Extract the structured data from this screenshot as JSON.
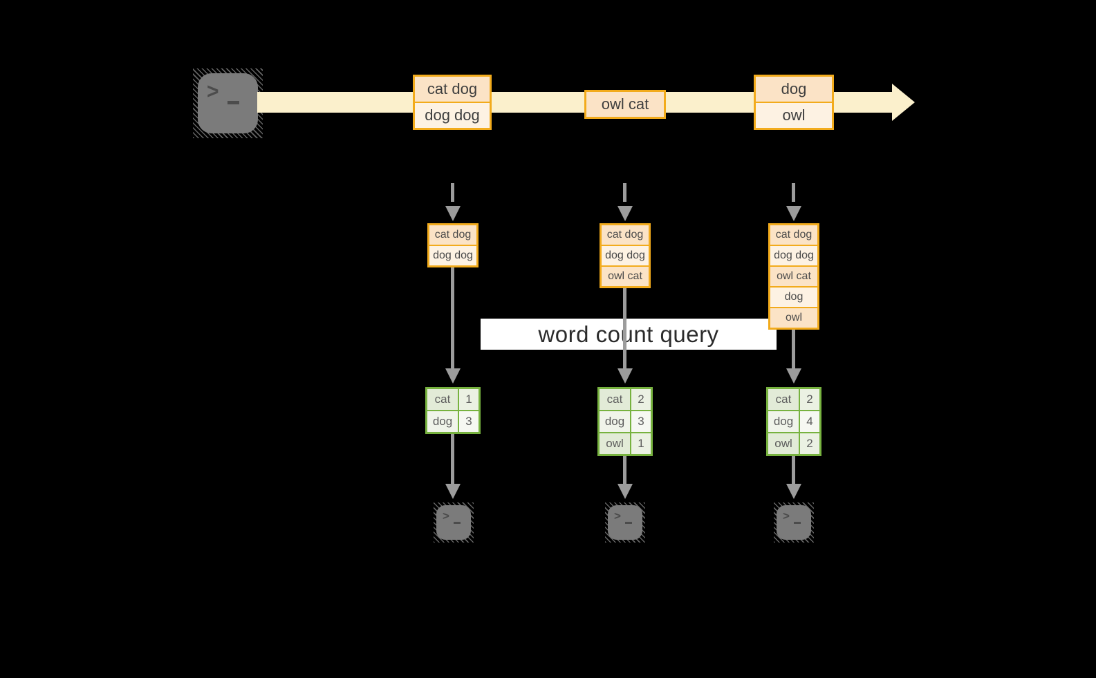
{
  "query_band": {
    "label": "word count query",
    "background": "#ffffff",
    "text_color": "#2b2b2b"
  },
  "colors": {
    "background": "#000000",
    "stream_arrow": "#fbf0cc",
    "batch_border": "#f2ab1c",
    "batch_fill_dark": "#fbe3c6",
    "batch_fill_light": "#fdf2e3",
    "table_border": "#77b23f",
    "table_fill_dark": "#e2ebd7",
    "table_fill_light": "#f0f4ea",
    "arrow_gray": "#9c9c9c",
    "terminal_gray": "#7b7b7b"
  },
  "icons": {
    "terminal_prompt_char": ">"
  },
  "stream": {
    "source_icon": "terminal-icon",
    "batches": [
      {
        "lines": [
          "cat dog",
          "dog dog"
        ]
      },
      {
        "lines": [
          "owl cat"
        ]
      },
      {
        "lines": [
          "dog",
          "owl"
        ]
      }
    ]
  },
  "micro_batches": [
    {
      "accumulated": [
        "cat dog",
        "dog dog"
      ],
      "counts": [
        {
          "word": "cat",
          "count": 1
        },
        {
          "word": "dog",
          "count": 3
        }
      ],
      "sink_icon": "terminal-icon"
    },
    {
      "accumulated": [
        "cat dog",
        "dog dog",
        "owl cat"
      ],
      "counts": [
        {
          "word": "cat",
          "count": 2
        },
        {
          "word": "dog",
          "count": 3
        },
        {
          "word": "owl",
          "count": 1
        }
      ],
      "sink_icon": "terminal-icon"
    },
    {
      "accumulated": [
        "cat dog",
        "dog dog",
        "owl cat",
        "dog",
        "owl"
      ],
      "counts": [
        {
          "word": "cat",
          "count": 2
        },
        {
          "word": "dog",
          "count": 4
        },
        {
          "word": "owl",
          "count": 2
        }
      ],
      "sink_icon": "terminal-icon"
    }
  ]
}
